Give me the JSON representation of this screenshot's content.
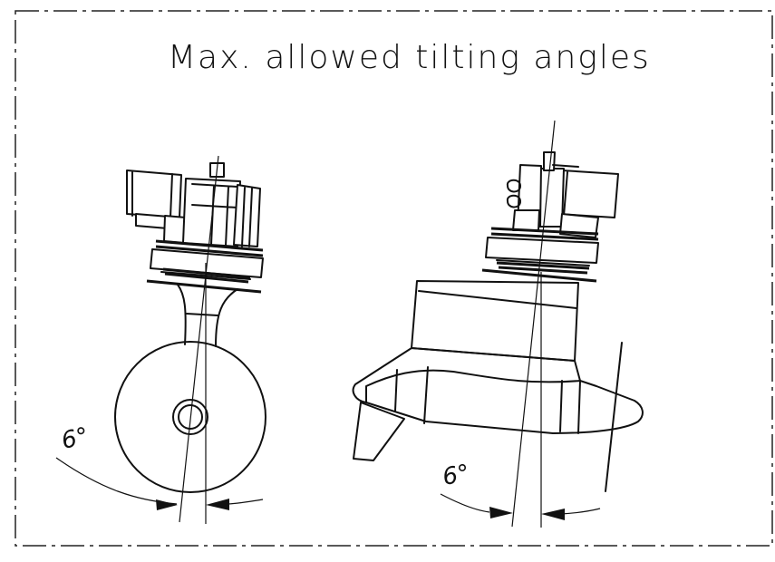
{
  "title": "Max. allowed tilting angles",
  "left_view": {
    "angle_label": "6°",
    "tilt_deg": 6
  },
  "right_view": {
    "angle_label": "6°",
    "tilt_deg": 6
  }
}
